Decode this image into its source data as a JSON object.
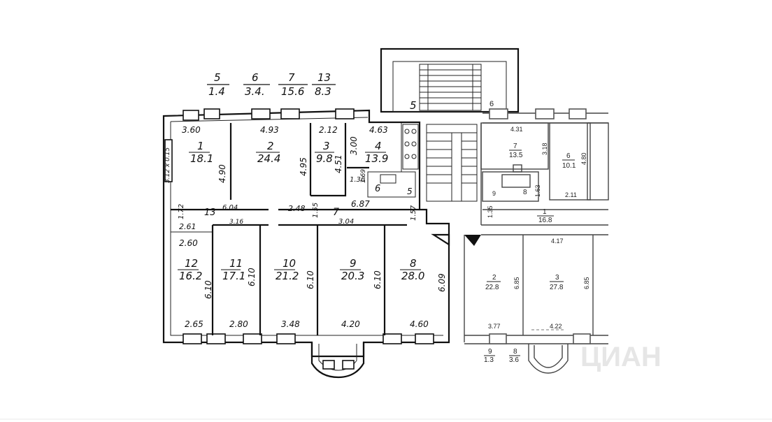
{
  "legend": [
    {
      "num": "5",
      "area": "1.4"
    },
    {
      "num": "6",
      "area": "3.4."
    },
    {
      "num": "7",
      "area": "15.6"
    },
    {
      "num": "13",
      "area": "8.3"
    }
  ],
  "rooms": [
    {
      "num": "1",
      "area": "18.1"
    },
    {
      "num": "2",
      "area": "24.4"
    },
    {
      "num": "3",
      "area": "9.8"
    },
    {
      "num": "4",
      "area": "13.9"
    },
    {
      "num": "6",
      "area": ""
    },
    {
      "num": "8",
      "area": "28.0"
    },
    {
      "num": "9",
      "area": "20.3"
    },
    {
      "num": "10",
      "area": "21.2"
    },
    {
      "num": "11",
      "area": "17.1"
    },
    {
      "num": "12",
      "area": "16.2"
    }
  ],
  "labels": {
    "corridor_7": "7",
    "corridor_13": "13",
    "kitchen_5": "5",
    "side_5": "5",
    "stair_6": "6"
  },
  "dims": {
    "d360": "3.60",
    "d493": "4.93",
    "d212": "2.12",
    "d463": "4.63",
    "d300": "3.00",
    "d490": "4.90",
    "d495": "4.95",
    "d451": "4.51",
    "d136": "1.36",
    "d169": "1.69",
    "d604": "6.04",
    "d248": "2.48",
    "d155": "1.55",
    "d687": "6.87",
    "d157": "1.57",
    "d172": "1.72",
    "d261": "2.61",
    "d316": "3.16",
    "d304": "3.04",
    "d260": "2.60",
    "d610a": "6.10",
    "d610b": "6.10",
    "d610c": "6.10",
    "d610d": "6.10",
    "d609": "6.09",
    "d265": "2.65",
    "d280": "2.80",
    "d348": "3.48",
    "d420": "4.20",
    "d460": "4.60",
    "d312": "3.12 x 0.15"
  },
  "right_plan": {
    "dim_431": "4.31",
    "r7_num": "7",
    "r7_area": "13.5",
    "r7_dim": "3.18",
    "r6_num": "6",
    "r6_area": "10.1",
    "r6_dim": "4.80",
    "r9_num": "9",
    "r8_num": "8",
    "r8_dim": "1.63",
    "d211": "2.11",
    "d135": "1.35",
    "hall_num": "1",
    "hall_area": "16.8",
    "d417": "4.17",
    "r2_num": "2",
    "r2_area": "22.8",
    "r2_dim": "6.85",
    "r3_num": "3",
    "r3_area": "27.8",
    "r3_dim": "6.85",
    "d377": "3.77",
    "d422": "4.22",
    "b9_num": "9",
    "b9_area": "1.3",
    "b8_num": "8",
    "b8_area": "3.6"
  },
  "watermark": "ЦИАН"
}
